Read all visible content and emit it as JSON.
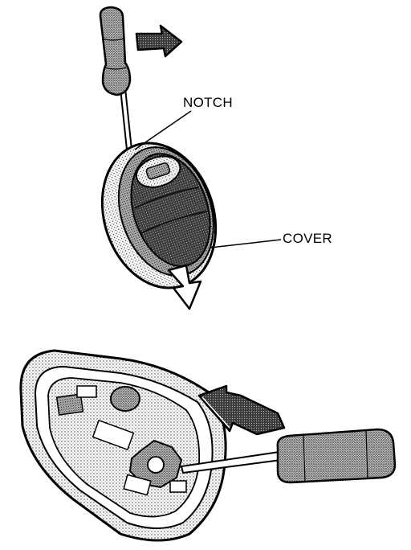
{
  "labels": {
    "notch": "NOTCH",
    "cover": "COVER"
  },
  "colors": {
    "ink": "#000000",
    "background": "#ffffff",
    "stipple_light": "#c8c8c8",
    "stipple_mid": "#8a8a8a",
    "stipple_dark": "#2a2a2a"
  },
  "figures": [
    {
      "name": "top-figure",
      "depicts": [
        "screwdriver-icon",
        "key-fob-icon",
        "arrow-right-icon",
        "arrow-down-icon"
      ]
    },
    {
      "name": "bottom-figure",
      "depicts": [
        "open-fob-case-icon",
        "screwdriver-icon",
        "arrow-left-icon"
      ]
    }
  ]
}
